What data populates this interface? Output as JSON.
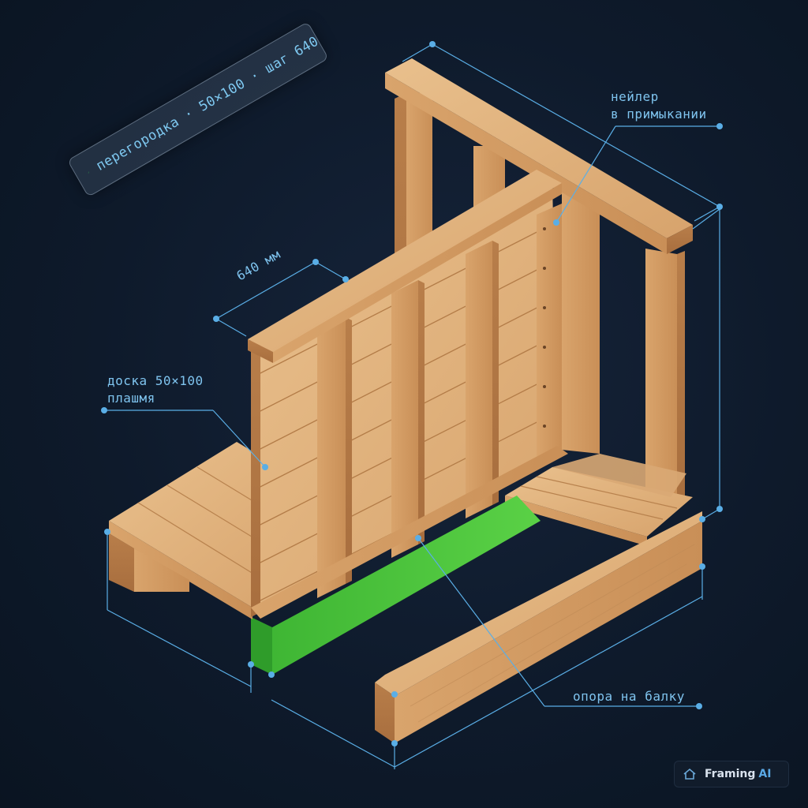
{
  "badge": {
    "text": "перегородка · 50×100 · шаг 640",
    "icon": "checkmark-icon",
    "check_color": "#39d353"
  },
  "callouts": {
    "nailer": {
      "line1": "нейлер",
      "line2": "в примыкании"
    },
    "board": {
      "line1": "доска 50×100",
      "line2": "плашмя"
    },
    "support": {
      "text": "опора на балку"
    }
  },
  "dimension": {
    "spacing": "640 мм"
  },
  "logo": {
    "name": "Framing",
    "suffix": "AI",
    "icon": "house-icon"
  },
  "colors": {
    "annotation": "#5aaee6",
    "highlight": "#4cc83a",
    "wood": "#d9a874",
    "background": "#0e1a2b"
  }
}
